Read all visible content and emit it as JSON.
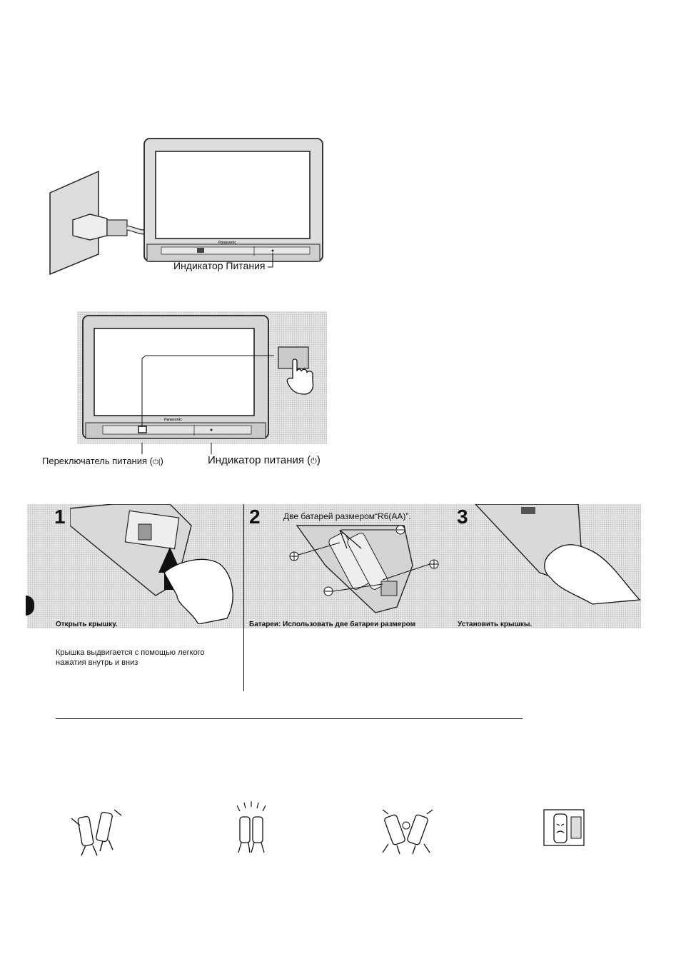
{
  "figure1": {
    "brand": "Panasonic",
    "power_indicator_label": "Индикатор Питания"
  },
  "figure2": {
    "brand": "Panasonic",
    "power_switch_label": "Переключатель питания (",
    "power_switch_symbol": "⏻|",
    "power_switch_close": ")",
    "power_indicator_label": "Индикатор питания (",
    "power_indicator_symbol": "⏻",
    "power_indicator_close": ")"
  },
  "steps": [
    {
      "number": "1",
      "caption": "Открыть крышку.",
      "note_line1": "Крышка выдвигается с помощью легкого",
      "note_line2": "нажатия внутрь и вниз"
    },
    {
      "number": "2",
      "header": "Две батарей размером“R6(AA)”.",
      "caption": "Батареи: Использовать две батареи размером"
    },
    {
      "number": "3",
      "caption": "Установить крышкы."
    }
  ]
}
